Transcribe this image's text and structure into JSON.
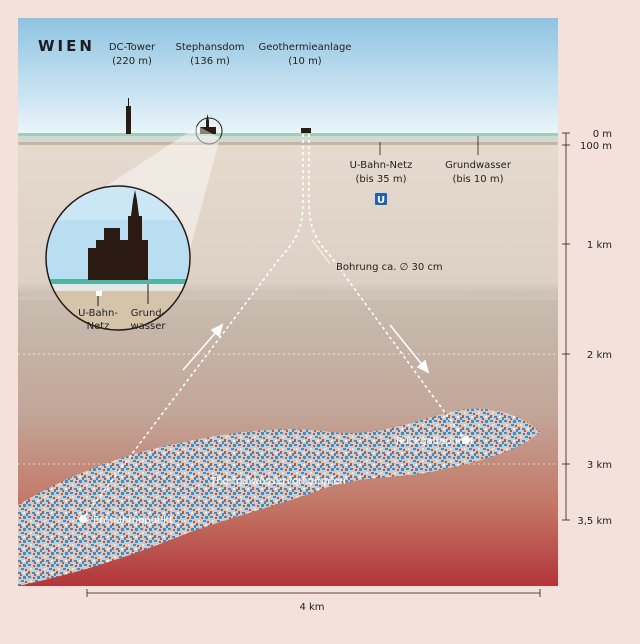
{
  "title": "WIEN",
  "labels": {
    "dc_tower": {
      "name": "DC-Tower",
      "height": "(220 m)"
    },
    "stephansdom": {
      "name": "Stephansdom",
      "height": "(136 m)"
    },
    "geothermie": {
      "name": "Geothermieanlage",
      "height": "(10 m)"
    },
    "ubahn": {
      "name": "U-Bahn-Netz",
      "depth": "(bis 35 m)"
    },
    "grundwasser": {
      "name": "Grundwasser",
      "depth": "(bis 10 m)"
    },
    "ubahn_sign": "U",
    "bohrung": "Bohrung ca. ∅ 30 cm",
    "thermal": "Thermalwasservorkommen",
    "entnahme": "Entnahmepunkt",
    "rueckgabe": "Rückgabepunkt",
    "inset_ubahn_1": "U-Bahn-",
    "inset_ubahn_2": "Netz",
    "inset_grund_1": "Grund-",
    "inset_grund_2": "wasser",
    "width": "4 km"
  },
  "depth_scale": [
    "0 m",
    "100 m",
    "1 km",
    "2 km",
    "3 km",
    "3,5 km"
  ],
  "colors": {
    "sky_top": "#8ec4e2",
    "sky_bottom": "#eaf4fa",
    "ground_upper": "#e8dcd0",
    "ground_mid": "#c9beb2",
    "ground_deep": "#c77f6e",
    "ground_bottom": "#b5373c",
    "water_blue": "#3c8fc8",
    "silhouette": "#2a1a12"
  }
}
